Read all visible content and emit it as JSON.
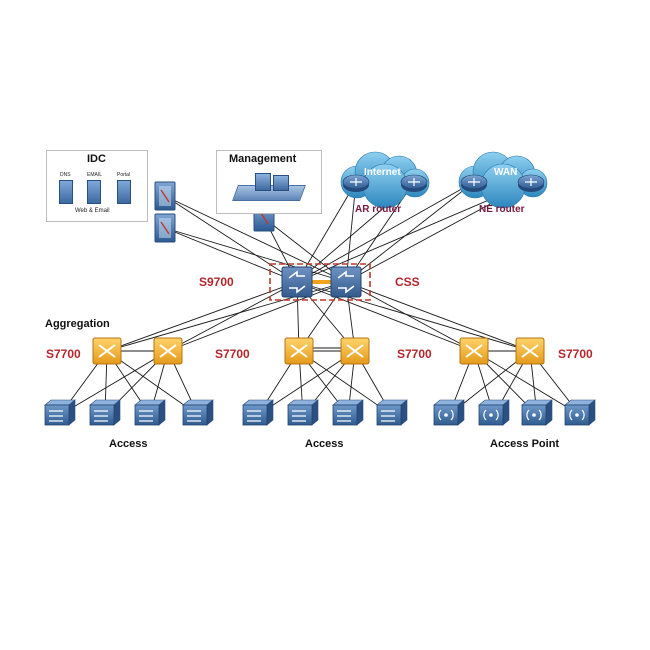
{
  "idc": {
    "title": "IDC",
    "servers": [
      "DNS",
      "EMAIL",
      "Portal"
    ],
    "caption": "Web & Email"
  },
  "management": {
    "title": "Management"
  },
  "internet": {
    "cloud_label": "Internet",
    "router_label": "AR router"
  },
  "wan": {
    "cloud_label": "WAN",
    "router_label": "NE router"
  },
  "core": {
    "label": "S9700",
    "css_label": "CSS"
  },
  "aggregation": {
    "title": "Aggregation",
    "switch_label": "S7700"
  },
  "groups": [
    {
      "label": "Access"
    },
    {
      "label": "Access"
    },
    {
      "label": "Access Point"
    }
  ],
  "colors": {
    "core_switch": "#4a72a6",
    "agg_switch": "#f2b233",
    "access_switch": "#3f6ea3",
    "cloud": "#3f93c7",
    "css_dash": "#c0392b",
    "label_red": "#b3262b",
    "router_label": "#7a1840",
    "link": "#1a1a1a"
  }
}
